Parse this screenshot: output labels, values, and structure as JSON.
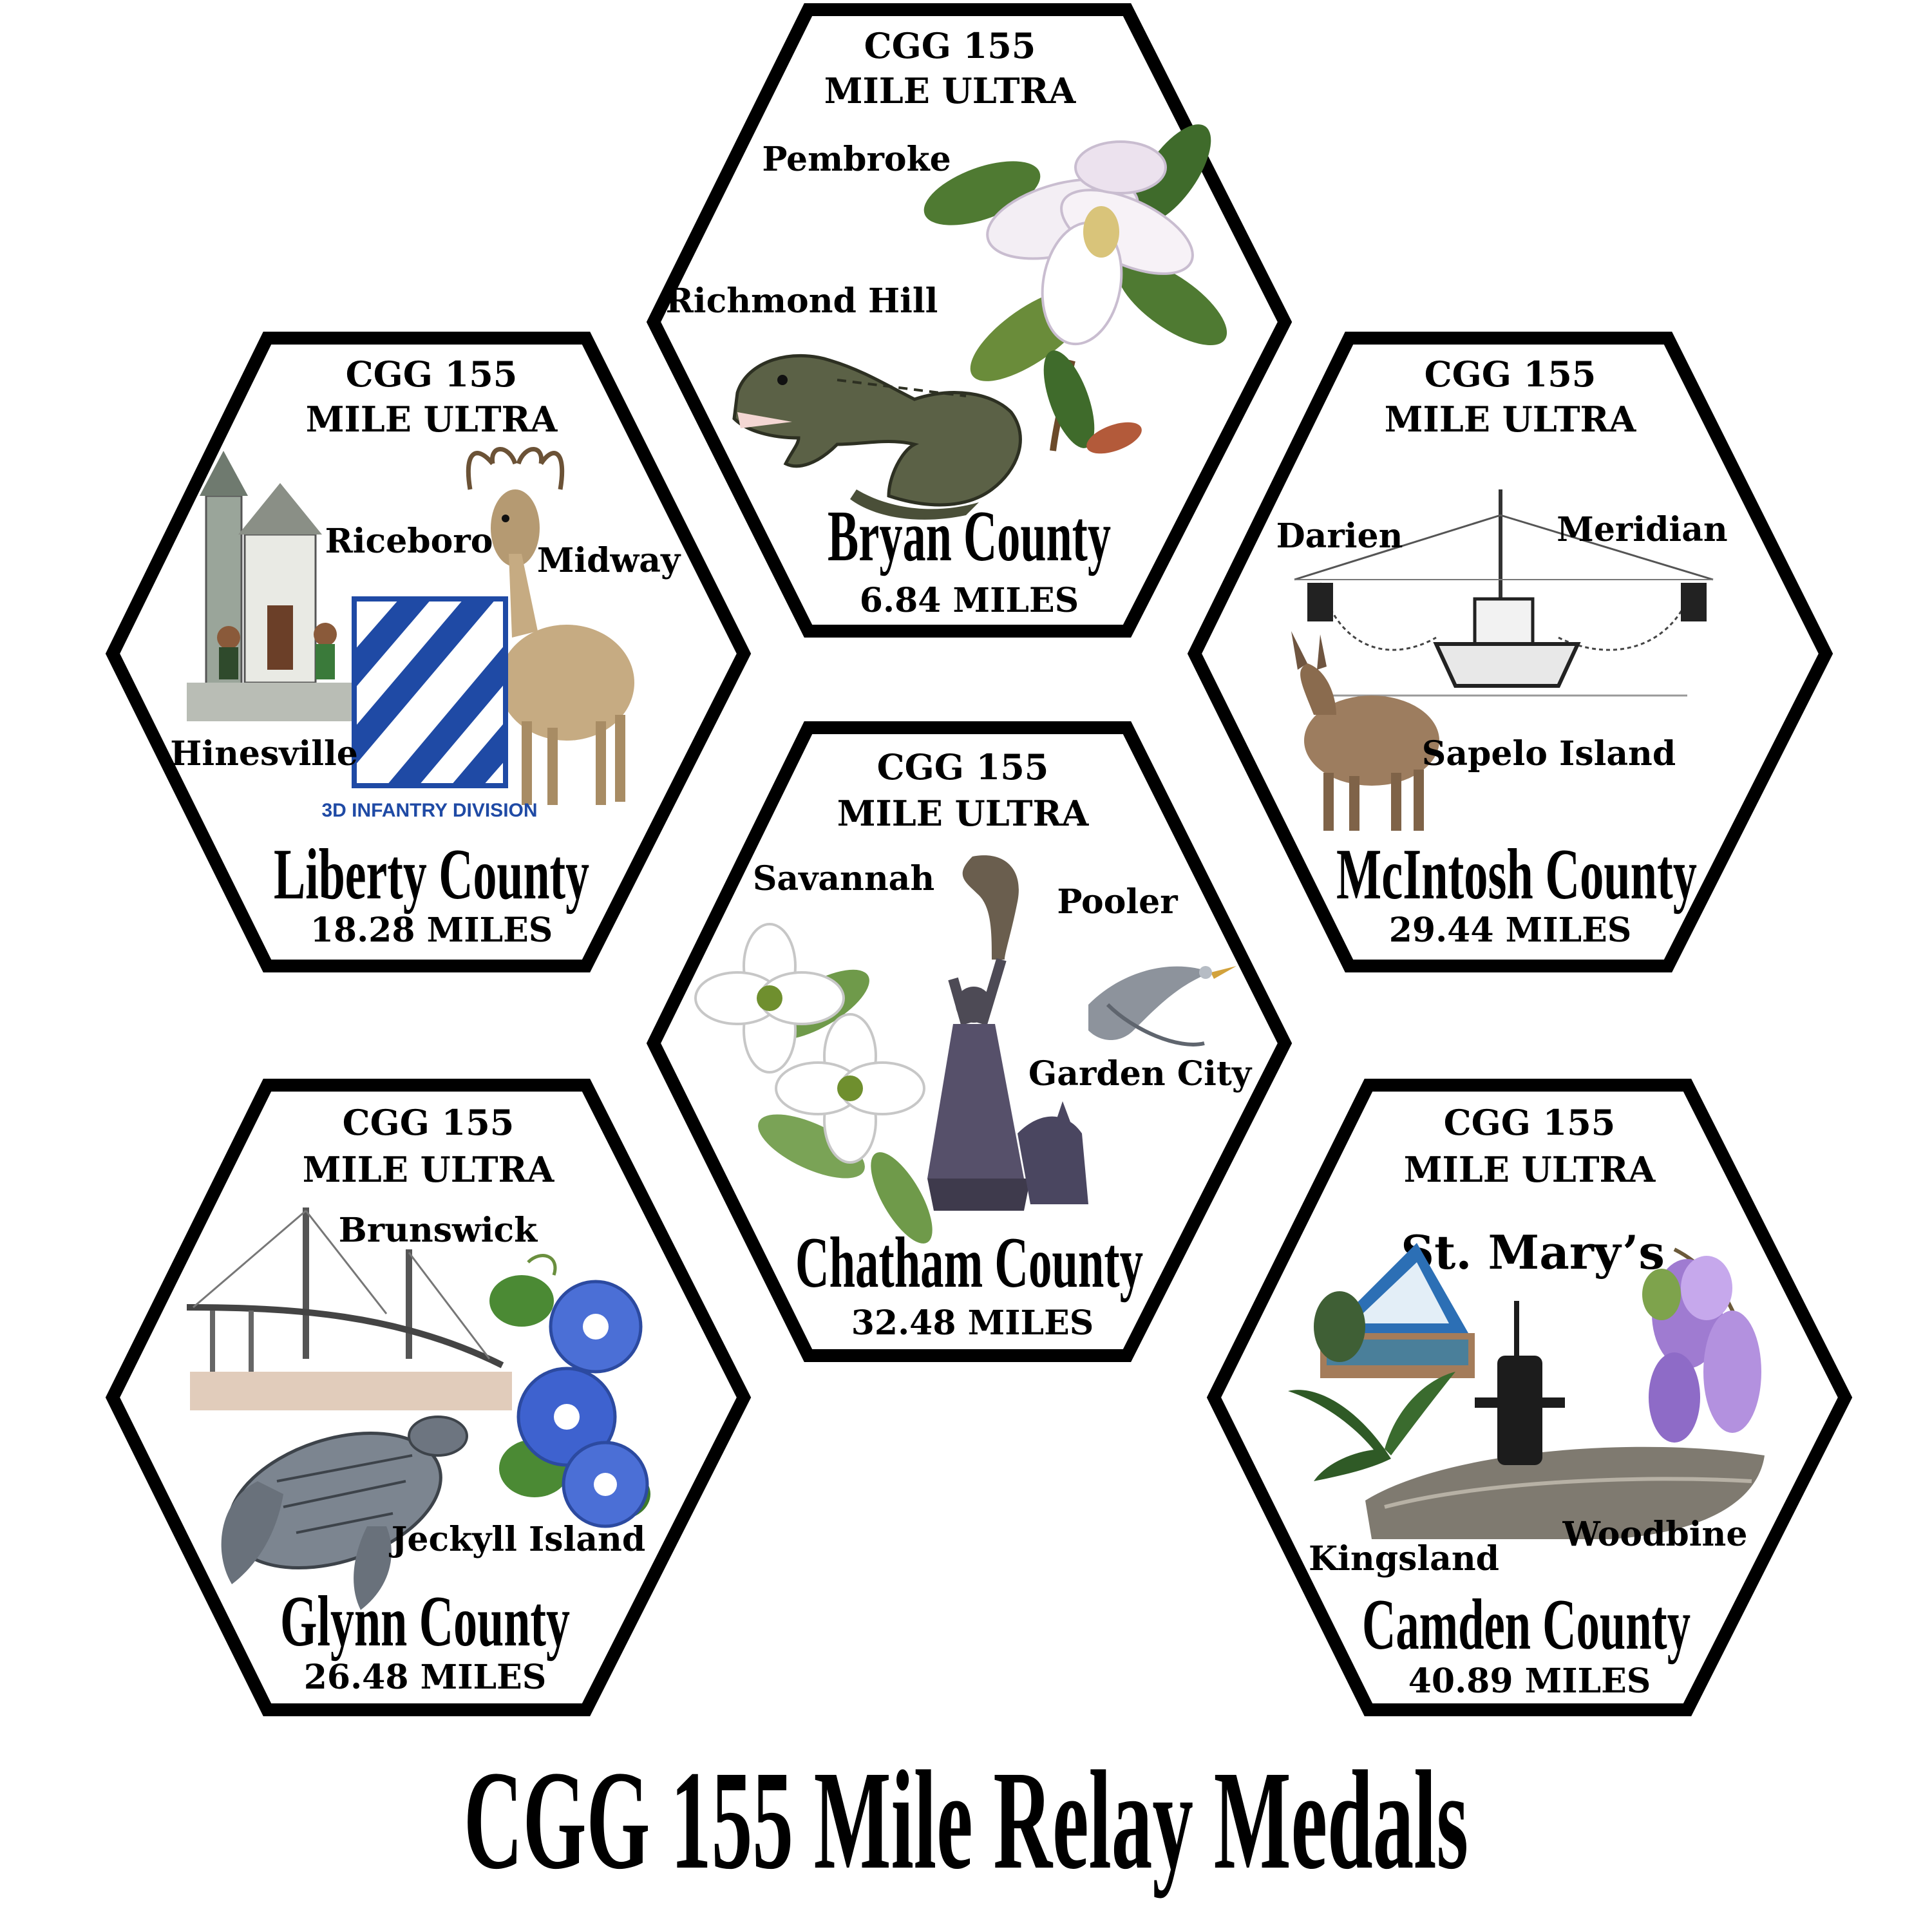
{
  "title": "CGG 155 Mile Relay Medals",
  "colors": {
    "border": "#000000",
    "background": "#ffffff",
    "text": "#000000",
    "badge_blue": "#1f4aa5"
  },
  "medals": [
    {
      "id": "bryan",
      "header_line1": "CGG 155",
      "header_line2": "MILE ULTRA",
      "county": "Bryan County",
      "miles": "6.84 MILES",
      "towns": [
        "Pembroke",
        "Richmond Hill"
      ],
      "illustrations": [
        "magnolia-flower",
        "alligator"
      ]
    },
    {
      "id": "liberty",
      "header_line1": "CGG 155",
      "header_line2": "MILE ULTRA",
      "county": "Liberty County",
      "miles": "18.28 MILES",
      "towns": [
        "Riceboro",
        "Midway",
        "Hinesville"
      ],
      "badge_text": "3D INFANTRY DIVISION",
      "illustrations": [
        "church",
        "infantry-patch",
        "deer"
      ]
    },
    {
      "id": "mcintosh",
      "header_line1": "CGG 155",
      "header_line2": "MILE ULTRA",
      "county": "McIntosh County",
      "miles": "29.44 MILES",
      "towns": [
        "Darien",
        "Meridian",
        "Sapelo Island"
      ],
      "illustrations": [
        "shrimp-boat",
        "donkey"
      ]
    },
    {
      "id": "chatham",
      "header_line1": "CGG 155",
      "header_line2": "MILE ULTRA",
      "county": "Chatham County",
      "miles": "32.48 MILES",
      "towns": [
        "Savannah",
        "Pooler",
        "Garden City"
      ],
      "illustrations": [
        "dogwood-flower",
        "waving-girl-statue",
        "heron"
      ]
    },
    {
      "id": "glynn",
      "header_line1": "CGG 155",
      "header_line2": "MILE ULTRA",
      "county": "Glynn County",
      "miles": "26.48 MILES",
      "towns": [
        "Brunswick",
        "Jeckyll Island"
      ],
      "illustrations": [
        "bridge",
        "sea-turtle",
        "morning-glory"
      ]
    },
    {
      "id": "camden",
      "header_line1": "CGG 155",
      "header_line2": "MILE ULTRA",
      "county": "Camden County",
      "miles": "40.89 MILES",
      "towns": [
        "St. Mary’s",
        "Kingsland",
        "Woodbine"
      ],
      "illustrations": [
        "pavilion",
        "submarine",
        "wisteria"
      ]
    }
  ]
}
